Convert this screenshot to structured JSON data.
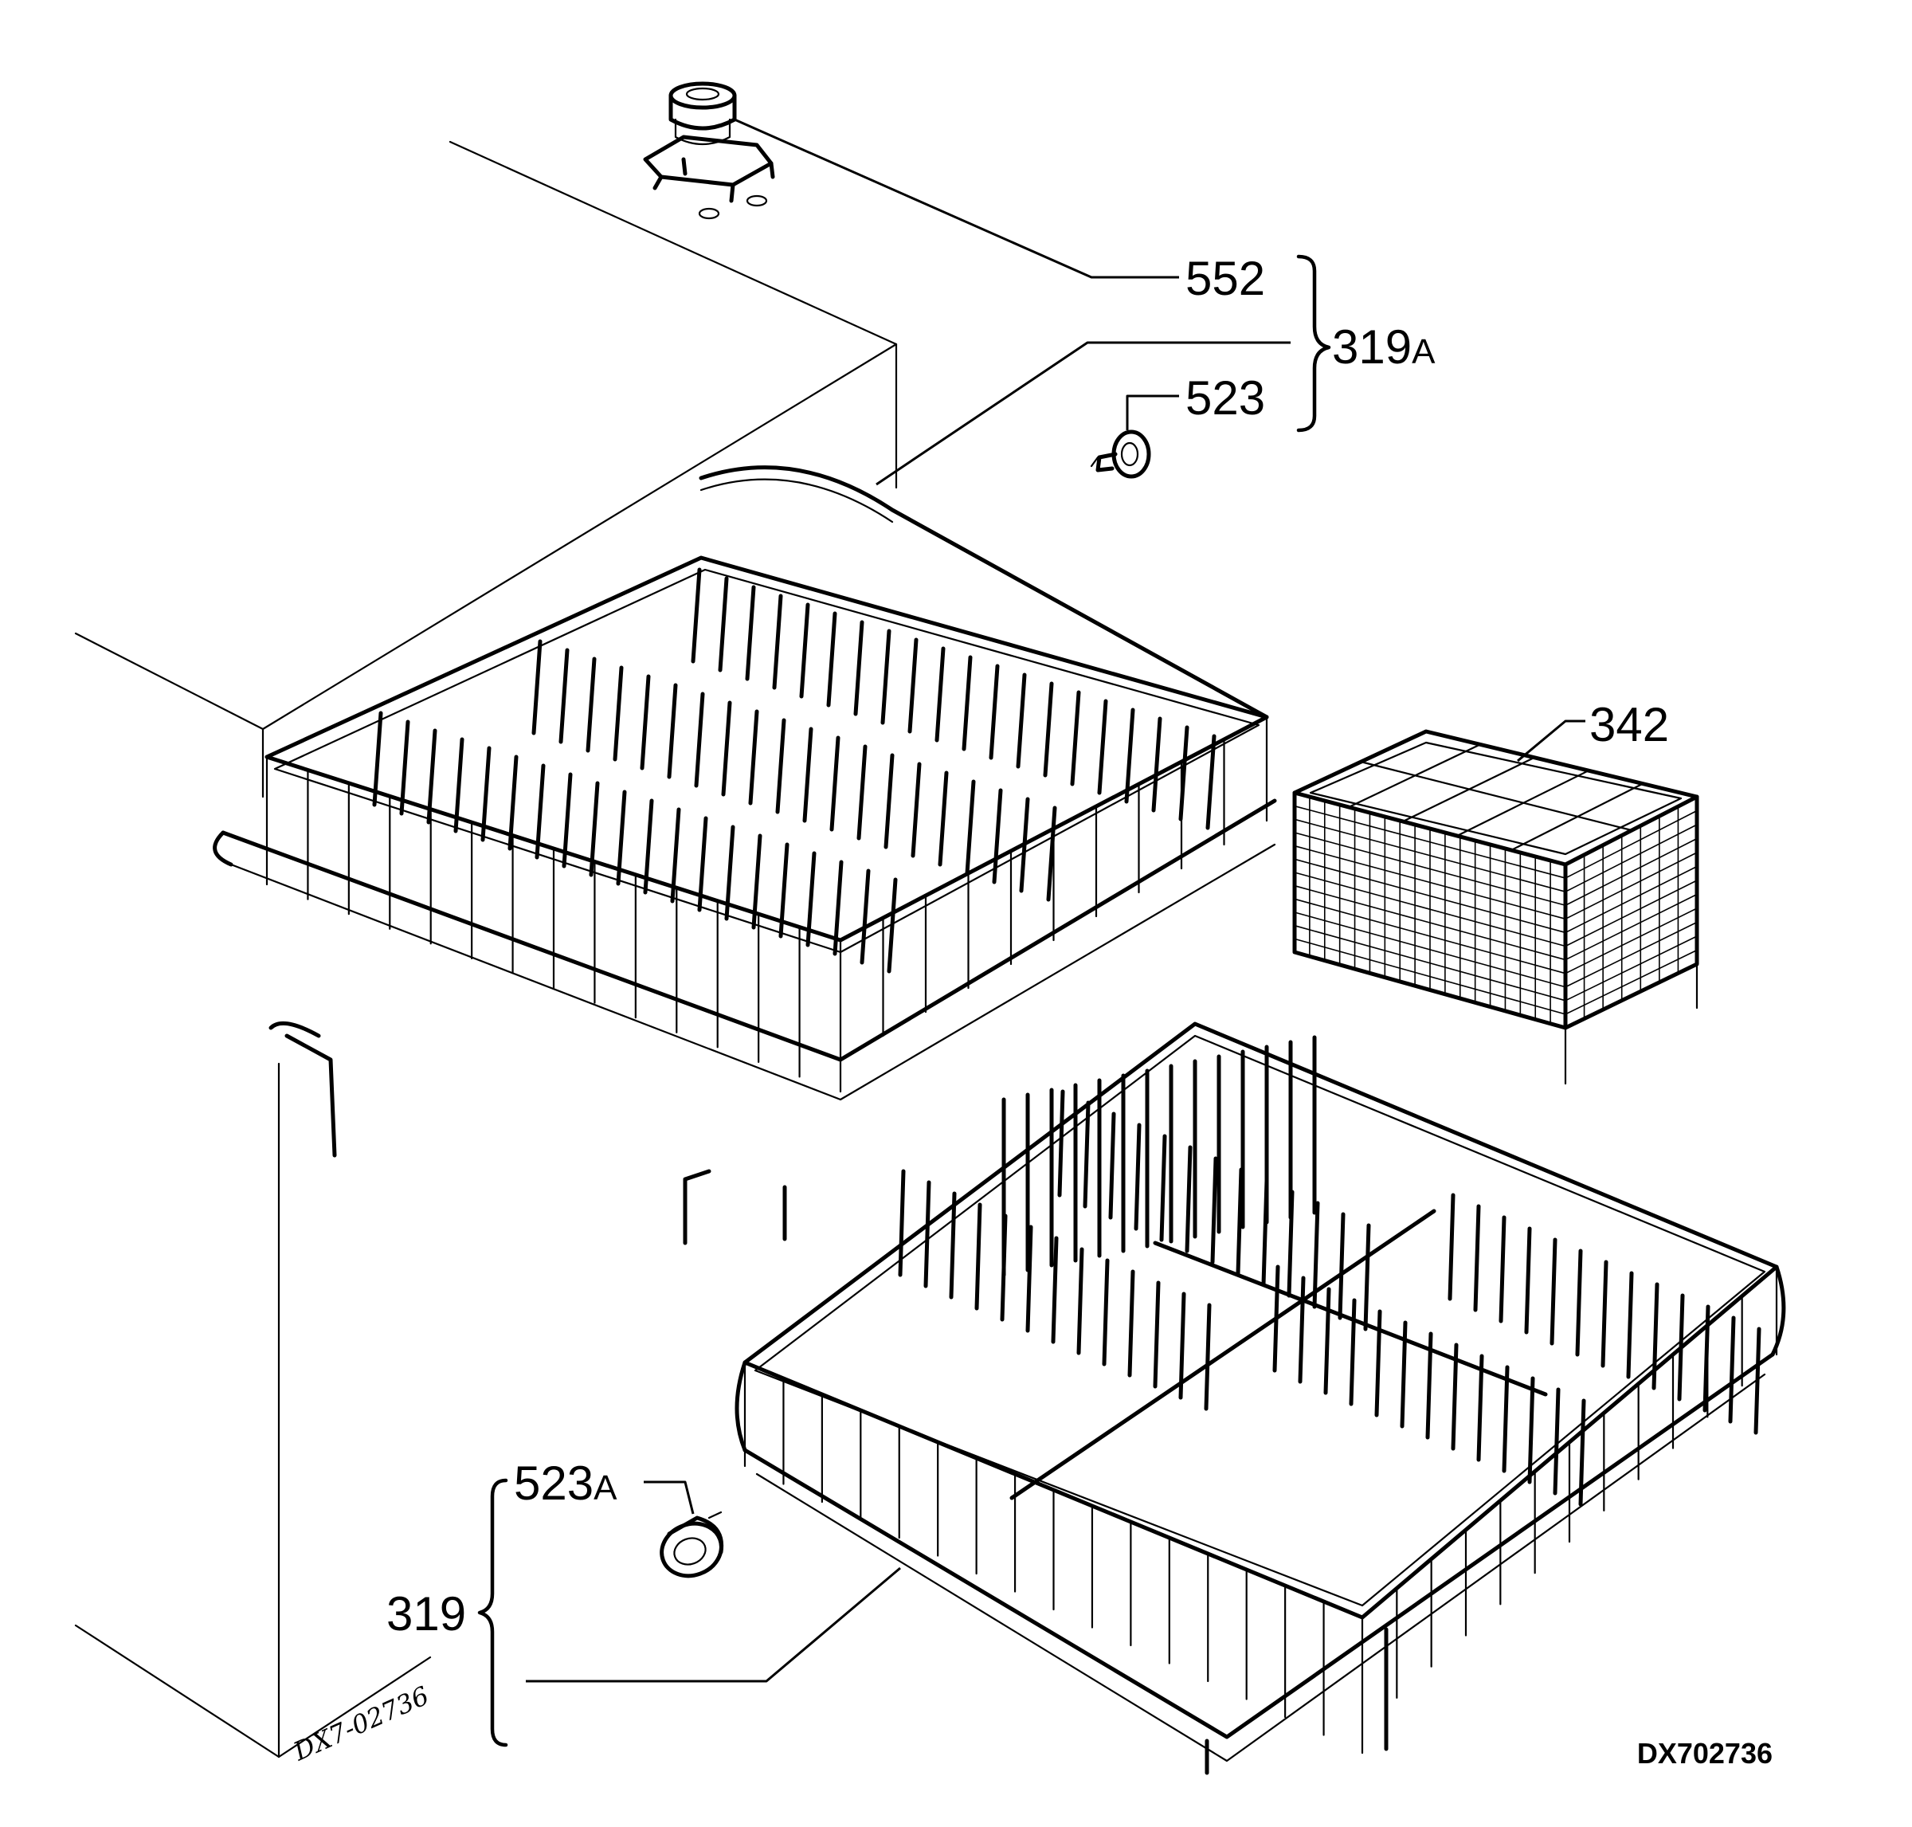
{
  "labels": {
    "p552": "552",
    "p523": "523",
    "p319a_num": "319",
    "p319a_suffix": "A",
    "p342": "342",
    "p523a_num": "523",
    "p523a_suffix": "A",
    "p319": "319"
  },
  "drawing_code": "DX702736",
  "handwritten_code": "DX7-02736"
}
